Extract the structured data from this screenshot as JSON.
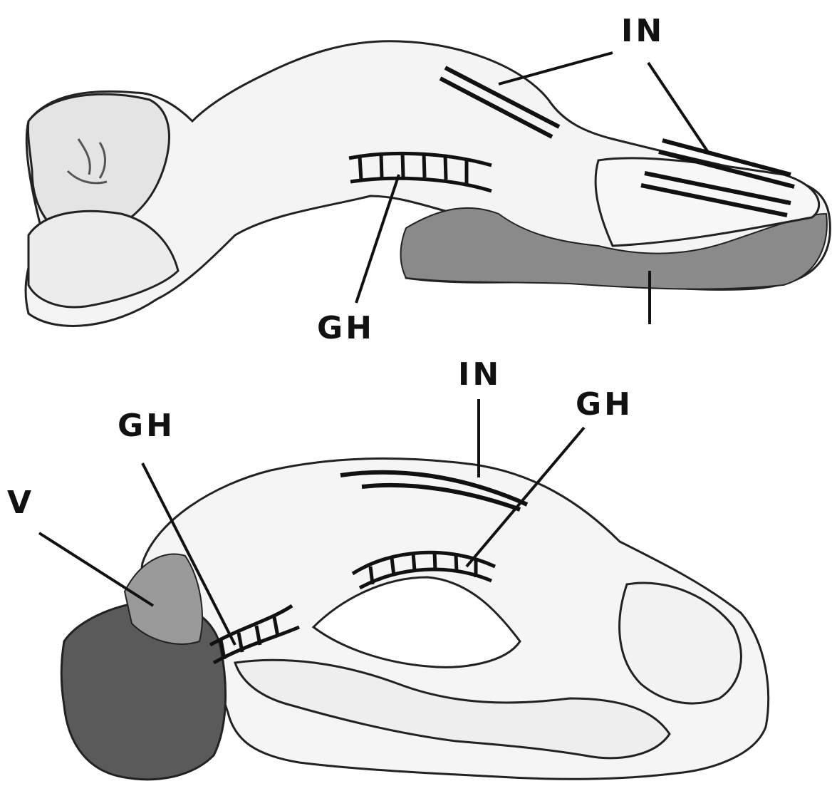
{
  "figure": {
    "top_panel": {
      "labels": {
        "in": "IN",
        "gh": "GH"
      }
    },
    "bottom_panel": {
      "labels": {
        "in": "IN",
        "gh_left": "GH",
        "gh_right": "GH",
        "v": "V"
      }
    }
  },
  "colors": {
    "ink": "#111111",
    "shade_dark": "#3a3a3a",
    "shade_mid": "#8a8a8a",
    "shade_light": "#d6d6d6",
    "paper": "#ffffff"
  }
}
